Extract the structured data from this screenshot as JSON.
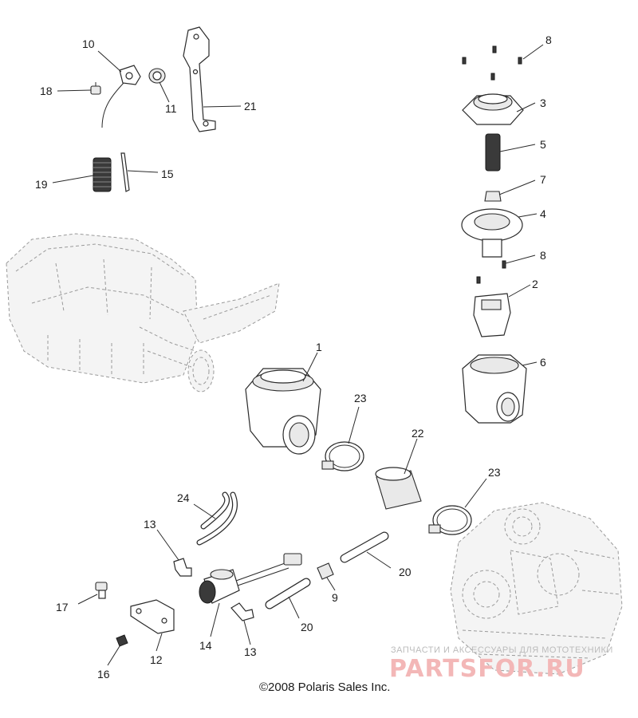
{
  "callouts": {
    "c1": "1",
    "c2": "2",
    "c3": "3",
    "c4": "4",
    "c5": "5",
    "c6": "6",
    "c7": "7",
    "c8a": "8",
    "c8b": "8",
    "c9": "9",
    "c10": "10",
    "c11": "11",
    "c12": "12",
    "c13a": "13",
    "c13b": "13",
    "c14": "14",
    "c15": "15",
    "c16": "16",
    "c17": "17",
    "c18": "18",
    "c19": "19",
    "c20a": "20",
    "c20b": "20",
    "c21": "21",
    "c22": "22",
    "c23a": "23",
    "c23b": "23",
    "c24": "24"
  },
  "copyright": "©2008 Polaris Sales Inc.",
  "watermark": {
    "line1": "ЗАПЧАСТИ И АКСЕССУАРЫ ДЛЯ МОТОТЕХНИКИ",
    "line2": "PARTSFOR.RU"
  },
  "colors": {
    "line": "#2a2a2a",
    "ghost": "#9a9a9a",
    "watermark_red": "#f3b7b7",
    "watermark_grey": "#bcbcbc"
  }
}
